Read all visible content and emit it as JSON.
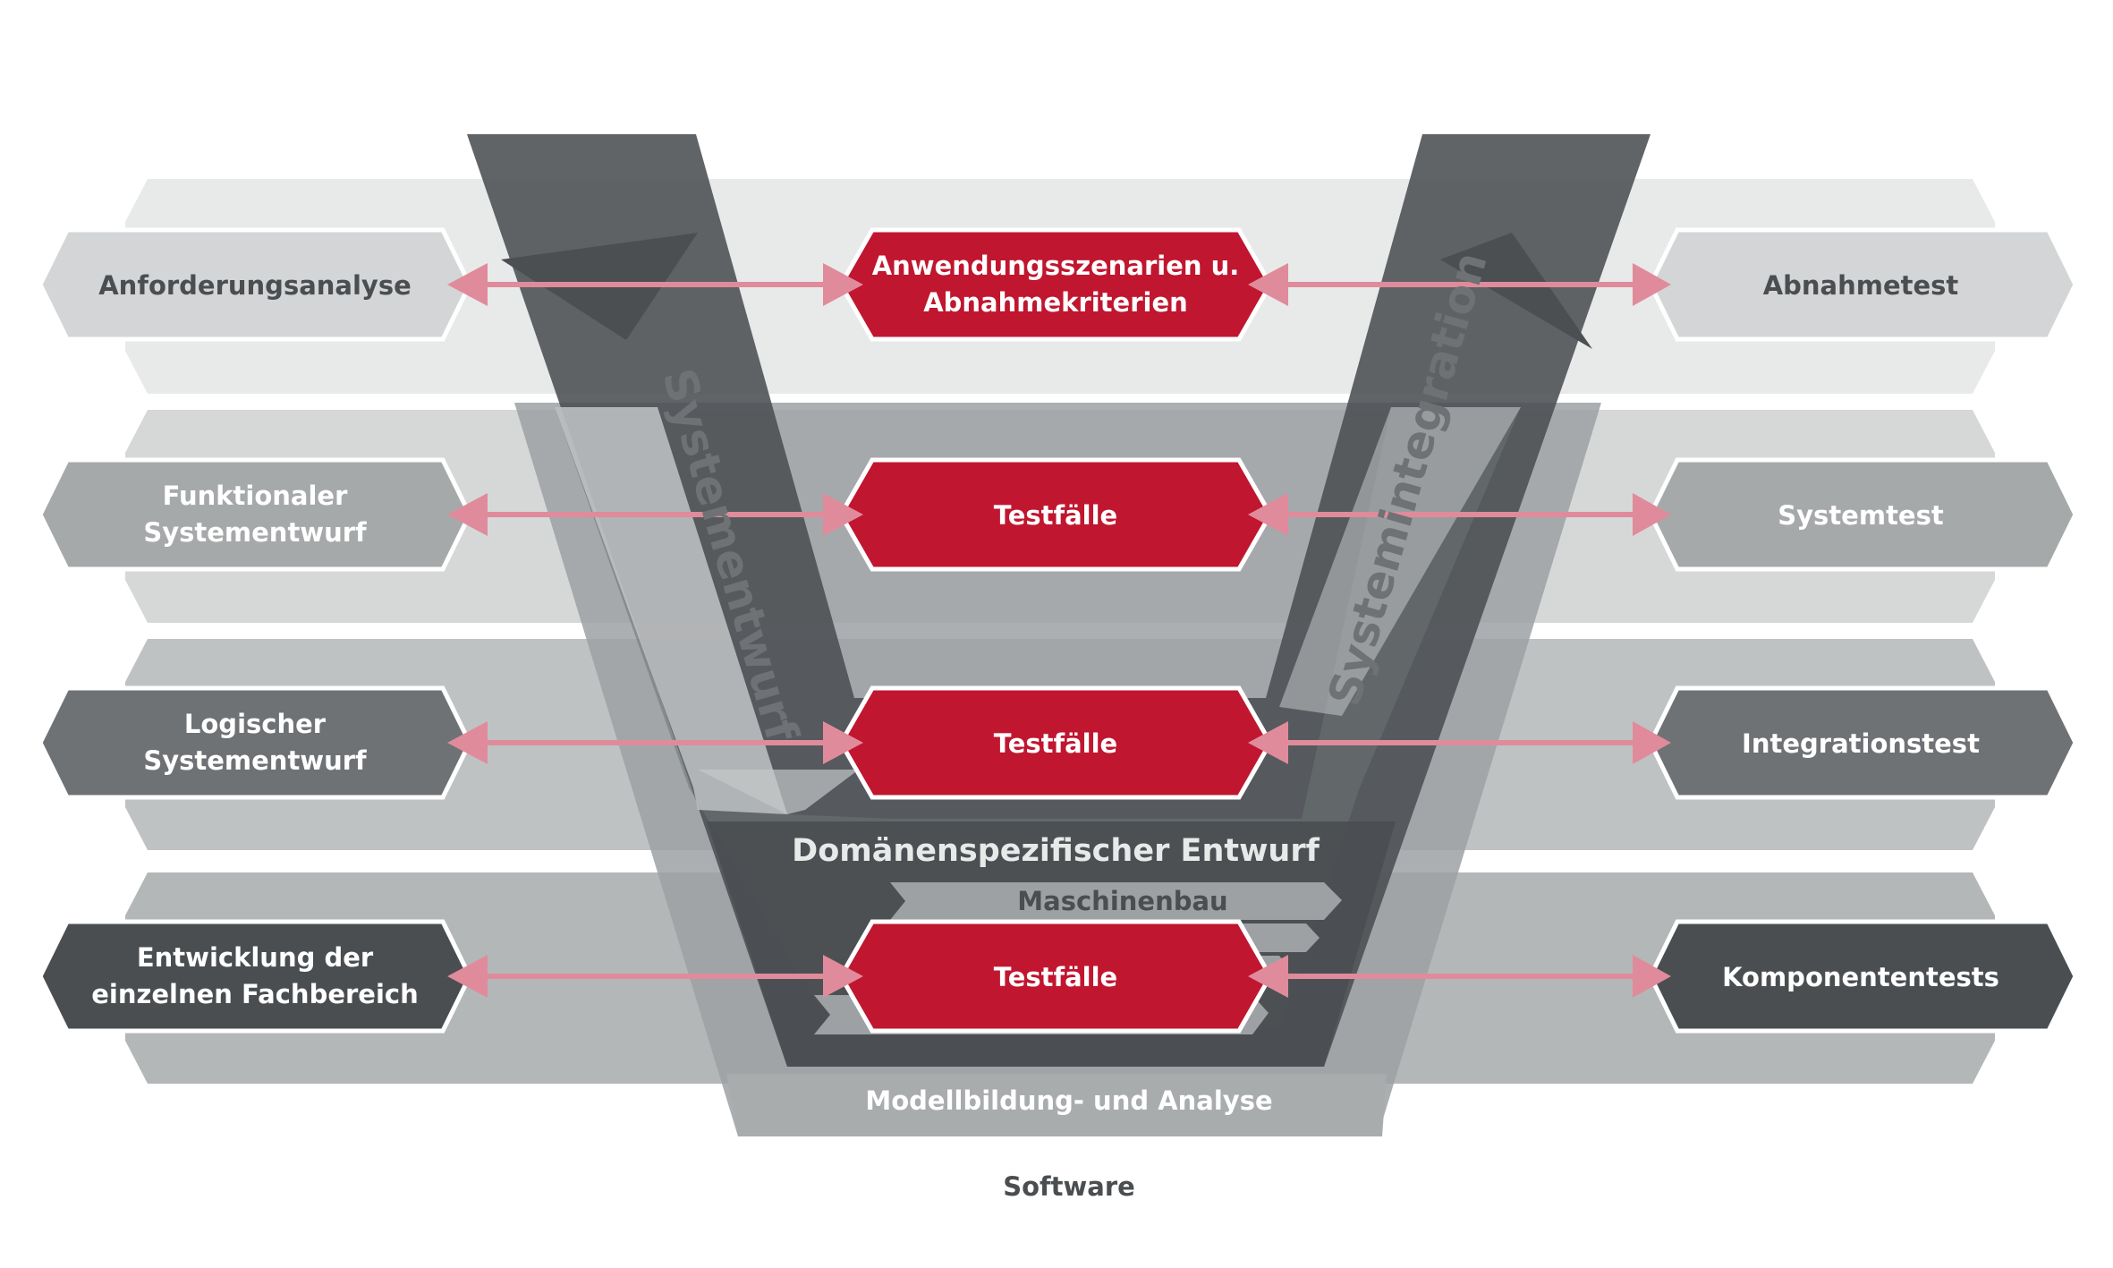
{
  "levels": [
    {
      "left": [
        "Anforderungsanalyse"
      ],
      "center": [
        "Anwendungsszenarien u.",
        "Abnahmekriterien"
      ],
      "right": [
        "Abnahmetest"
      ]
    },
    {
      "left": [
        "Funktionaler",
        "Systementwurf"
      ],
      "center": [
        "Testfälle"
      ],
      "right": [
        "Systemtest"
      ]
    },
    {
      "left": [
        "Logischer",
        "Systementwurf"
      ],
      "center": [
        "Testfälle"
      ],
      "right": [
        "Integrationstest"
      ]
    },
    {
      "left": [
        "Entwicklung der",
        "einzelnen Fachbereich"
      ],
      "center": [
        "Testfälle"
      ],
      "right": [
        "Komponententests"
      ]
    }
  ],
  "v_left_label": "Systementwurf",
  "v_right_label": "Systemintegration",
  "domain_label": "Domänenspezifischer Entwurf",
  "sub_domain_label": "Maschinenbau",
  "modelling_label": "Modellbildung- und Analyse",
  "footer_label": "Software",
  "colors": {
    "accent": "#c0162f",
    "arrow": "#e08b9b",
    "band_1": "#e8e9e9",
    "band_2": "#d6d8d8",
    "band_3": "#bfc2c3",
    "band_4": "#a9acad",
    "side_1": "#d3d5d6",
    "side_2": "#a6a9aa",
    "side_3": "#6e7275",
    "side_4": "#4a4e51",
    "v_dark": "#4b4f52",
    "v_mid": "#7c8083"
  }
}
